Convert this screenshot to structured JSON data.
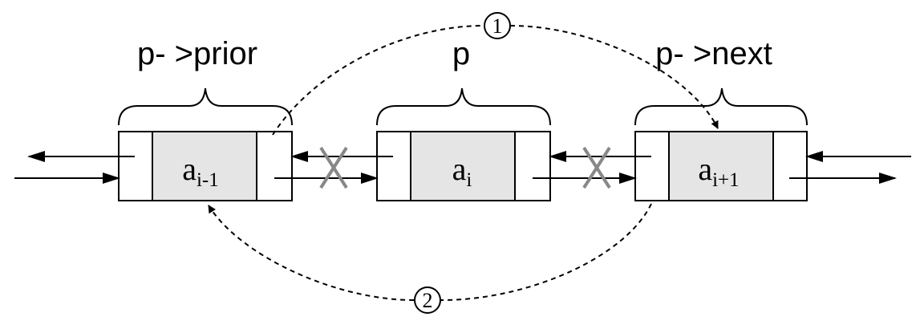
{
  "labels": {
    "prior": "p- >prior",
    "current": "p",
    "next": "p- >next"
  },
  "nodes": [
    {
      "base": "a",
      "sub": "i-1"
    },
    {
      "base": "a",
      "sub": "i"
    },
    {
      "base": "a",
      "sub": "i+1"
    }
  ],
  "steps": [
    "1",
    "2"
  ]
}
